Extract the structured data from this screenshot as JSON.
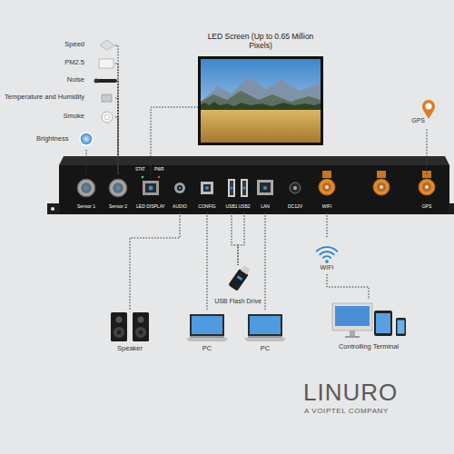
{
  "diagram": {
    "nodes": [
      {
        "text": [
          "LED Screen (Up to 0.65 Million Pixels)"
        ]
      },
      {
        "text": [
          "Speed"
        ]
      },
      {
        "text": [
          "PM2.5"
        ]
      },
      {
        "text": [
          "Noise"
        ]
      },
      {
        "text": [
          "Temperature and Humidity"
        ]
      },
      {
        "text": [
          "GPS"
        ]
      },
      {
        "text": [
          "Smoke"
        ]
      },
      {
        "text": [
          "Brightness"
        ]
      },
      {
        "text": [
          "Sensor 1"
        ]
      },
      {
        "text": [
          "Sensor 2"
        ]
      },
      {
        "text": [
          "LED DISPLAY"
        ]
      },
      {
        "text": [
          "AUDIO"
        ]
      },
      {
        "text": [
          "CONFIG"
        ]
      },
      {
        "text": [
          "USB1"
        ]
      },
      {
        "text": [
          "USB2"
        ]
      },
      {
        "text": [
          "LAN"
        ]
      },
      {
        "text": [
          "DC12V"
        ]
      },
      {
        "text": [
          "WIFI"
        ]
      },
      {
        "text": [
          "GPS"
        ]
      },
      {
        "text": [
          "WIFI"
        ]
      },
      {
        "text": [
          "USB Flash Drive"
        ]
      },
      {
        "text": [
          "Speaker"
        ]
      },
      {
        "text": [
          "PC"
        ]
      },
      {
        "text": [
          "PC"
        ]
      },
      {
        "text": [
          "Controlling Terminal"
        ]
      }
    ],
    "edges": [
      {
        "from": 1,
        "to": 9,
        "arrow": "none"
      },
      {
        "from": 2,
        "to": 9,
        "arrow": "none"
      },
      {
        "from": 3,
        "to": 9,
        "arrow": "none"
      },
      {
        "from": 4,
        "to": 9,
        "arrow": "none"
      },
      {
        "from": 6,
        "to": 9,
        "arrow": "none"
      },
      {
        "from": 7,
        "to": 8,
        "arrow": "none"
      },
      {
        "from": 10,
        "to": 0,
        "arrow": "none"
      },
      {
        "from": 11,
        "to": 21,
        "arrow": "none"
      },
      {
        "from": 12,
        "to": 22,
        "arrow": "none"
      },
      {
        "from": 13,
        "to": 20,
        "arrow": "none"
      },
      {
        "from": 14,
        "to": 20,
        "arrow": "none"
      },
      {
        "from": 15,
        "to": 23,
        "arrow": "none"
      },
      {
        "from": 17,
        "to": 19,
        "arrow": "none"
      },
      {
        "from": 19,
        "to": 24,
        "arrow": "none"
      },
      {
        "from": 18,
        "to": 5,
        "arrow": "none"
      }
    ],
    "labels": [
      "STAT",
      "PWR",
      "LINURO",
      "A VOIPTEL COMPANY"
    ]
  }
}
